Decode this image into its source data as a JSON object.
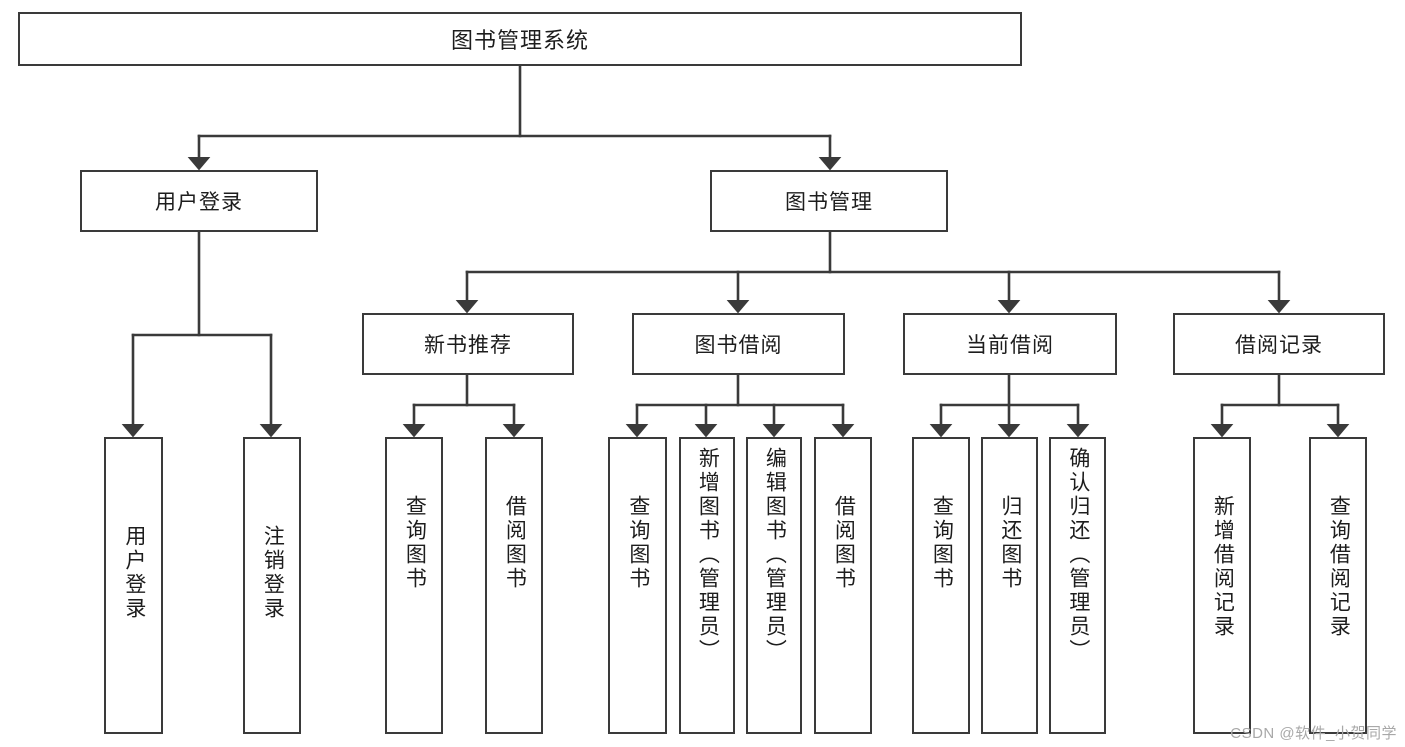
{
  "diagram": {
    "title": "图书管理系统",
    "type": "function-structure-tree",
    "stroke_color": "#3a3a3a",
    "text_color": "#1d1d1d",
    "background": "#ffffff"
  },
  "root": {
    "label": "图书管理系统"
  },
  "level2": [
    {
      "label": "用户登录"
    },
    {
      "label": "图书管理"
    }
  ],
  "level3": [
    {
      "label": "新书推荐"
    },
    {
      "label": "图书借阅"
    },
    {
      "label": "当前借阅"
    },
    {
      "label": "借阅记录"
    }
  ],
  "leaves": {
    "user_login": [
      {
        "label": "用户登录"
      },
      {
        "label": "注销登录"
      }
    ],
    "new_book_recommend": [
      {
        "label": "查询图书"
      },
      {
        "label": "借阅图书"
      }
    ],
    "book_borrow": [
      {
        "label": "查询图书"
      },
      {
        "label": "新增图书（管理员）"
      },
      {
        "label": "编辑图书（管理员）"
      },
      {
        "label": "借阅图书"
      }
    ],
    "current_borrow": [
      {
        "label": "查询图书"
      },
      {
        "label": "归还图书"
      },
      {
        "label": "确认归还（管理员）"
      }
    ],
    "borrow_record": [
      {
        "label": "新增借阅记录"
      },
      {
        "label": "查询借阅记录"
      }
    ]
  },
  "watermark": {
    "text": "CSDN @软件_小贺同学"
  }
}
